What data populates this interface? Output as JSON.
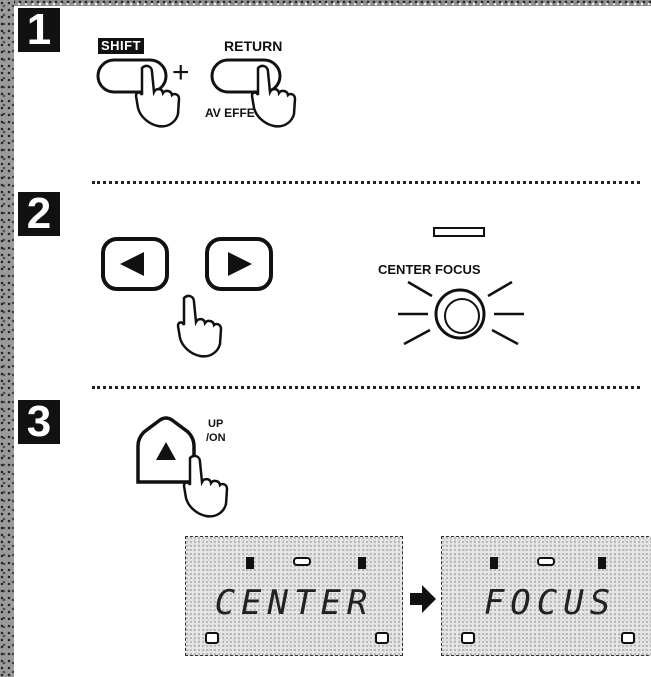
{
  "steps": [
    {
      "number": "1"
    },
    {
      "number": "2"
    },
    {
      "number": "3"
    }
  ],
  "step1": {
    "shift_label": "SHIFT",
    "plus": "+",
    "return_label": "RETURN",
    "av_effect_label": "AV EFFE"
  },
  "step2": {
    "center_focus_label": "CENTER FOCUS"
  },
  "step3": {
    "up_on_label_line1": "UP",
    "up_on_label_line2": "/ON",
    "display1_text": "CENTER",
    "display2_text": "FOCUS"
  },
  "icons": [
    "hand-pointer-icon",
    "left-arrow-button-icon",
    "right-arrow-button-icon",
    "indicator-lamp-icon",
    "speaker-icon",
    "arrow-right-icon"
  ]
}
